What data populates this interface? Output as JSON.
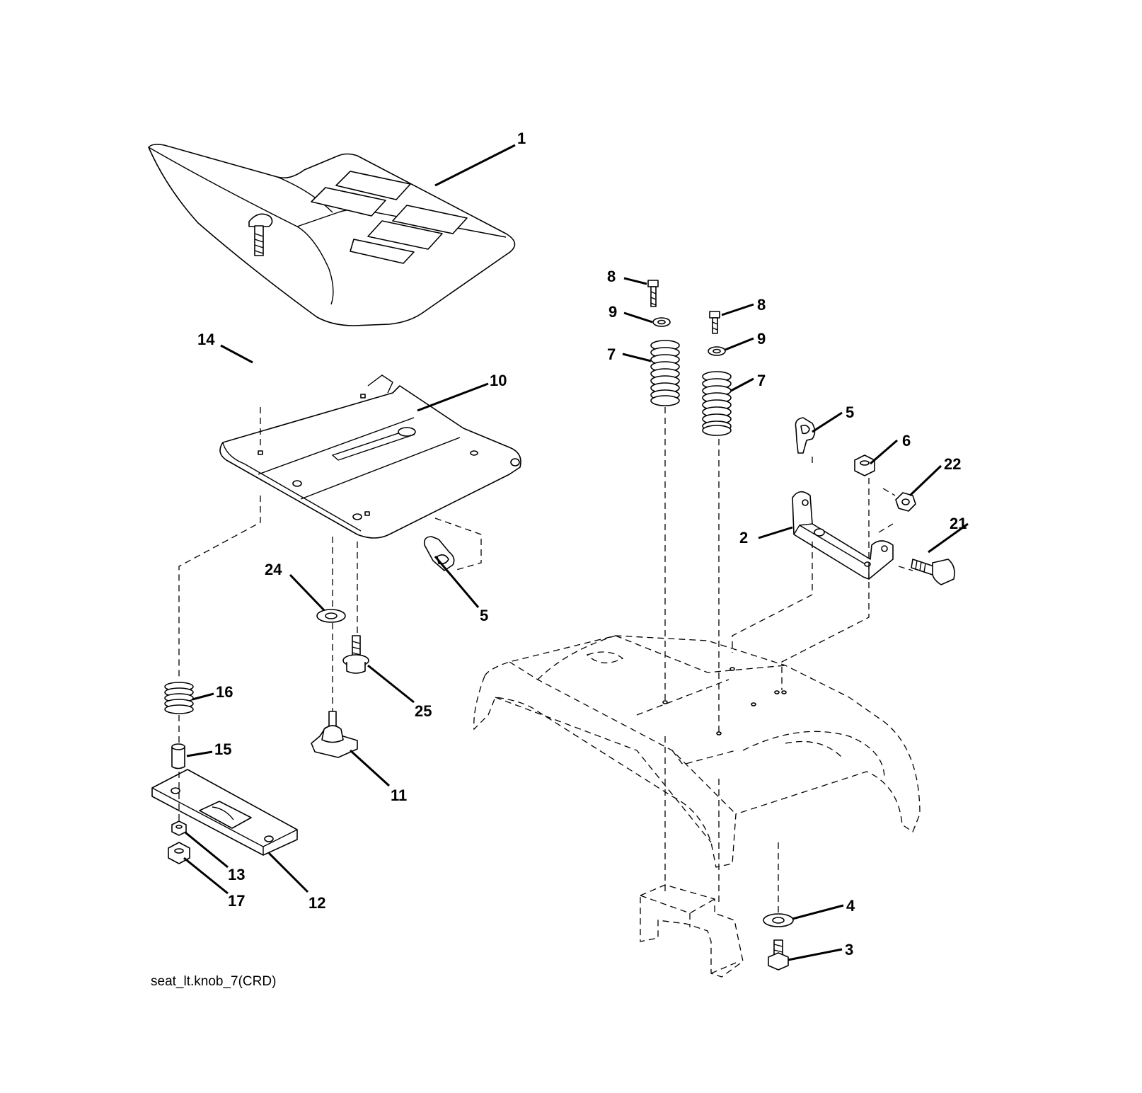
{
  "diagram": {
    "caption": "seat_lt.knob_7(CRD)",
    "callouts": {
      "seat": "1",
      "seat_pan": "10",
      "carriage_bolt": "14",
      "clip_left": "5",
      "washer_24": "24",
      "bolt_25": "25",
      "spring_16": "16",
      "spacer_15": "15",
      "knob": "11",
      "slide_plate": "12",
      "nut_13": "13",
      "nut_17": "17",
      "bolt_8_left": "8",
      "bolt_8_right": "8",
      "washer_9_left": "9",
      "washer_9_right": "9",
      "spring_7_left": "7",
      "spring_7_right": "7",
      "clip_right": "5",
      "nut_6": "6",
      "nut_22": "22",
      "bracket": "2",
      "bolt_21": "21",
      "washer_4": "4",
      "bolt_3": "3"
    }
  }
}
